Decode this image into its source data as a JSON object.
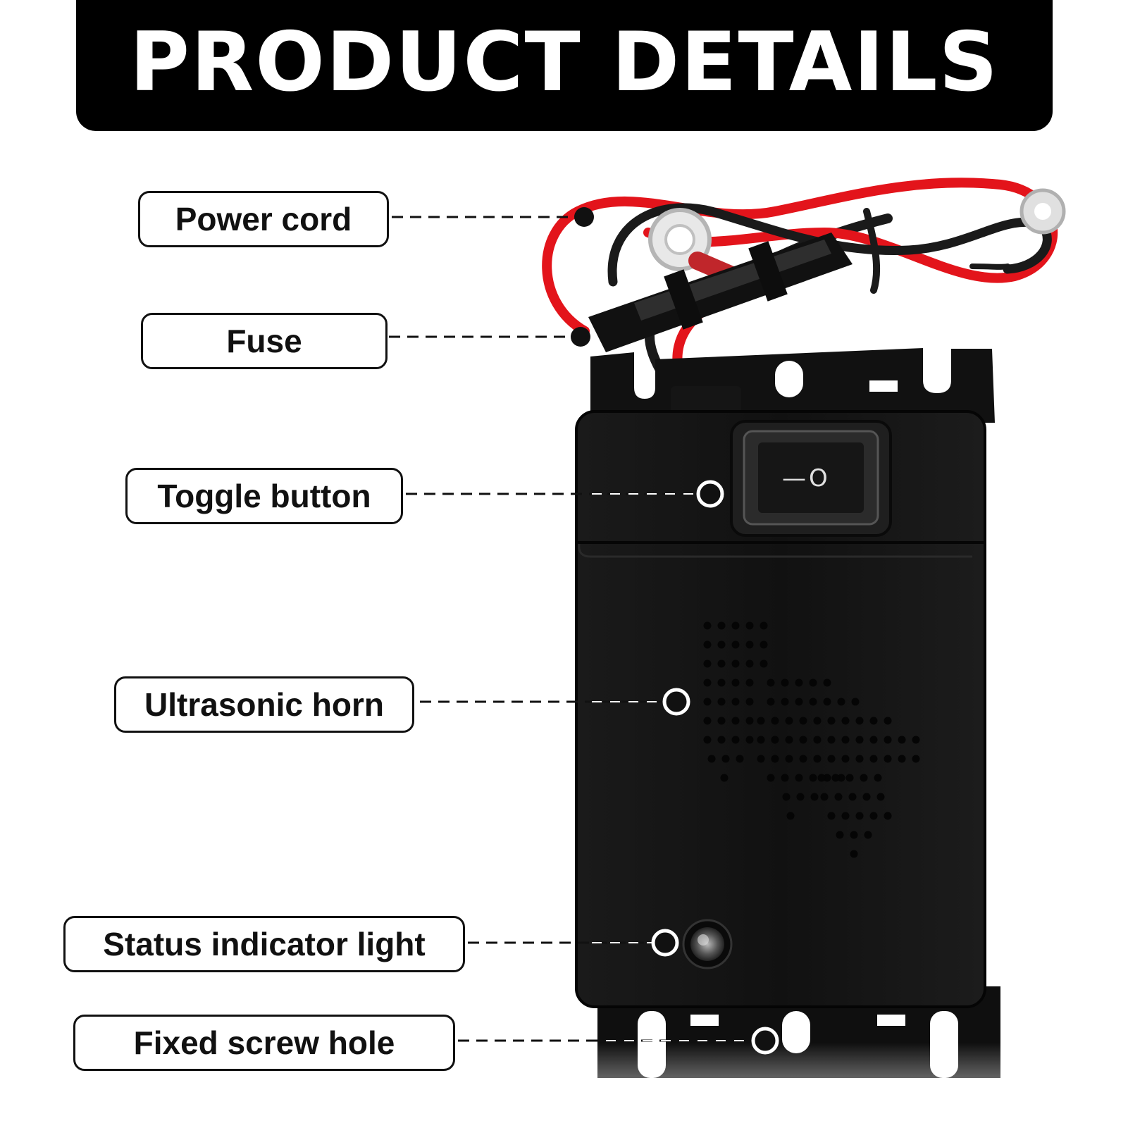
{
  "header": {
    "title": "PRODUCT DETAILS"
  },
  "callouts": [
    {
      "id": "power-cord",
      "label": "Power cord"
    },
    {
      "id": "fuse",
      "label": "Fuse"
    },
    {
      "id": "toggle-button",
      "label": "Toggle button"
    },
    {
      "id": "ultrasonic-horn",
      "label": "Ultrasonic horn"
    },
    {
      "id": "status-indicator-light",
      "label": "Status indicator light"
    },
    {
      "id": "fixed-screw-hole",
      "label": "Fixed screw hole"
    }
  ],
  "colors": {
    "banner": "#000000",
    "device": "#141414",
    "wire_red": "#e3141b",
    "wire_black": "#1a1a1a",
    "label_border": "#111111"
  },
  "switch_symbols": {
    "on": "—",
    "off": "O"
  }
}
